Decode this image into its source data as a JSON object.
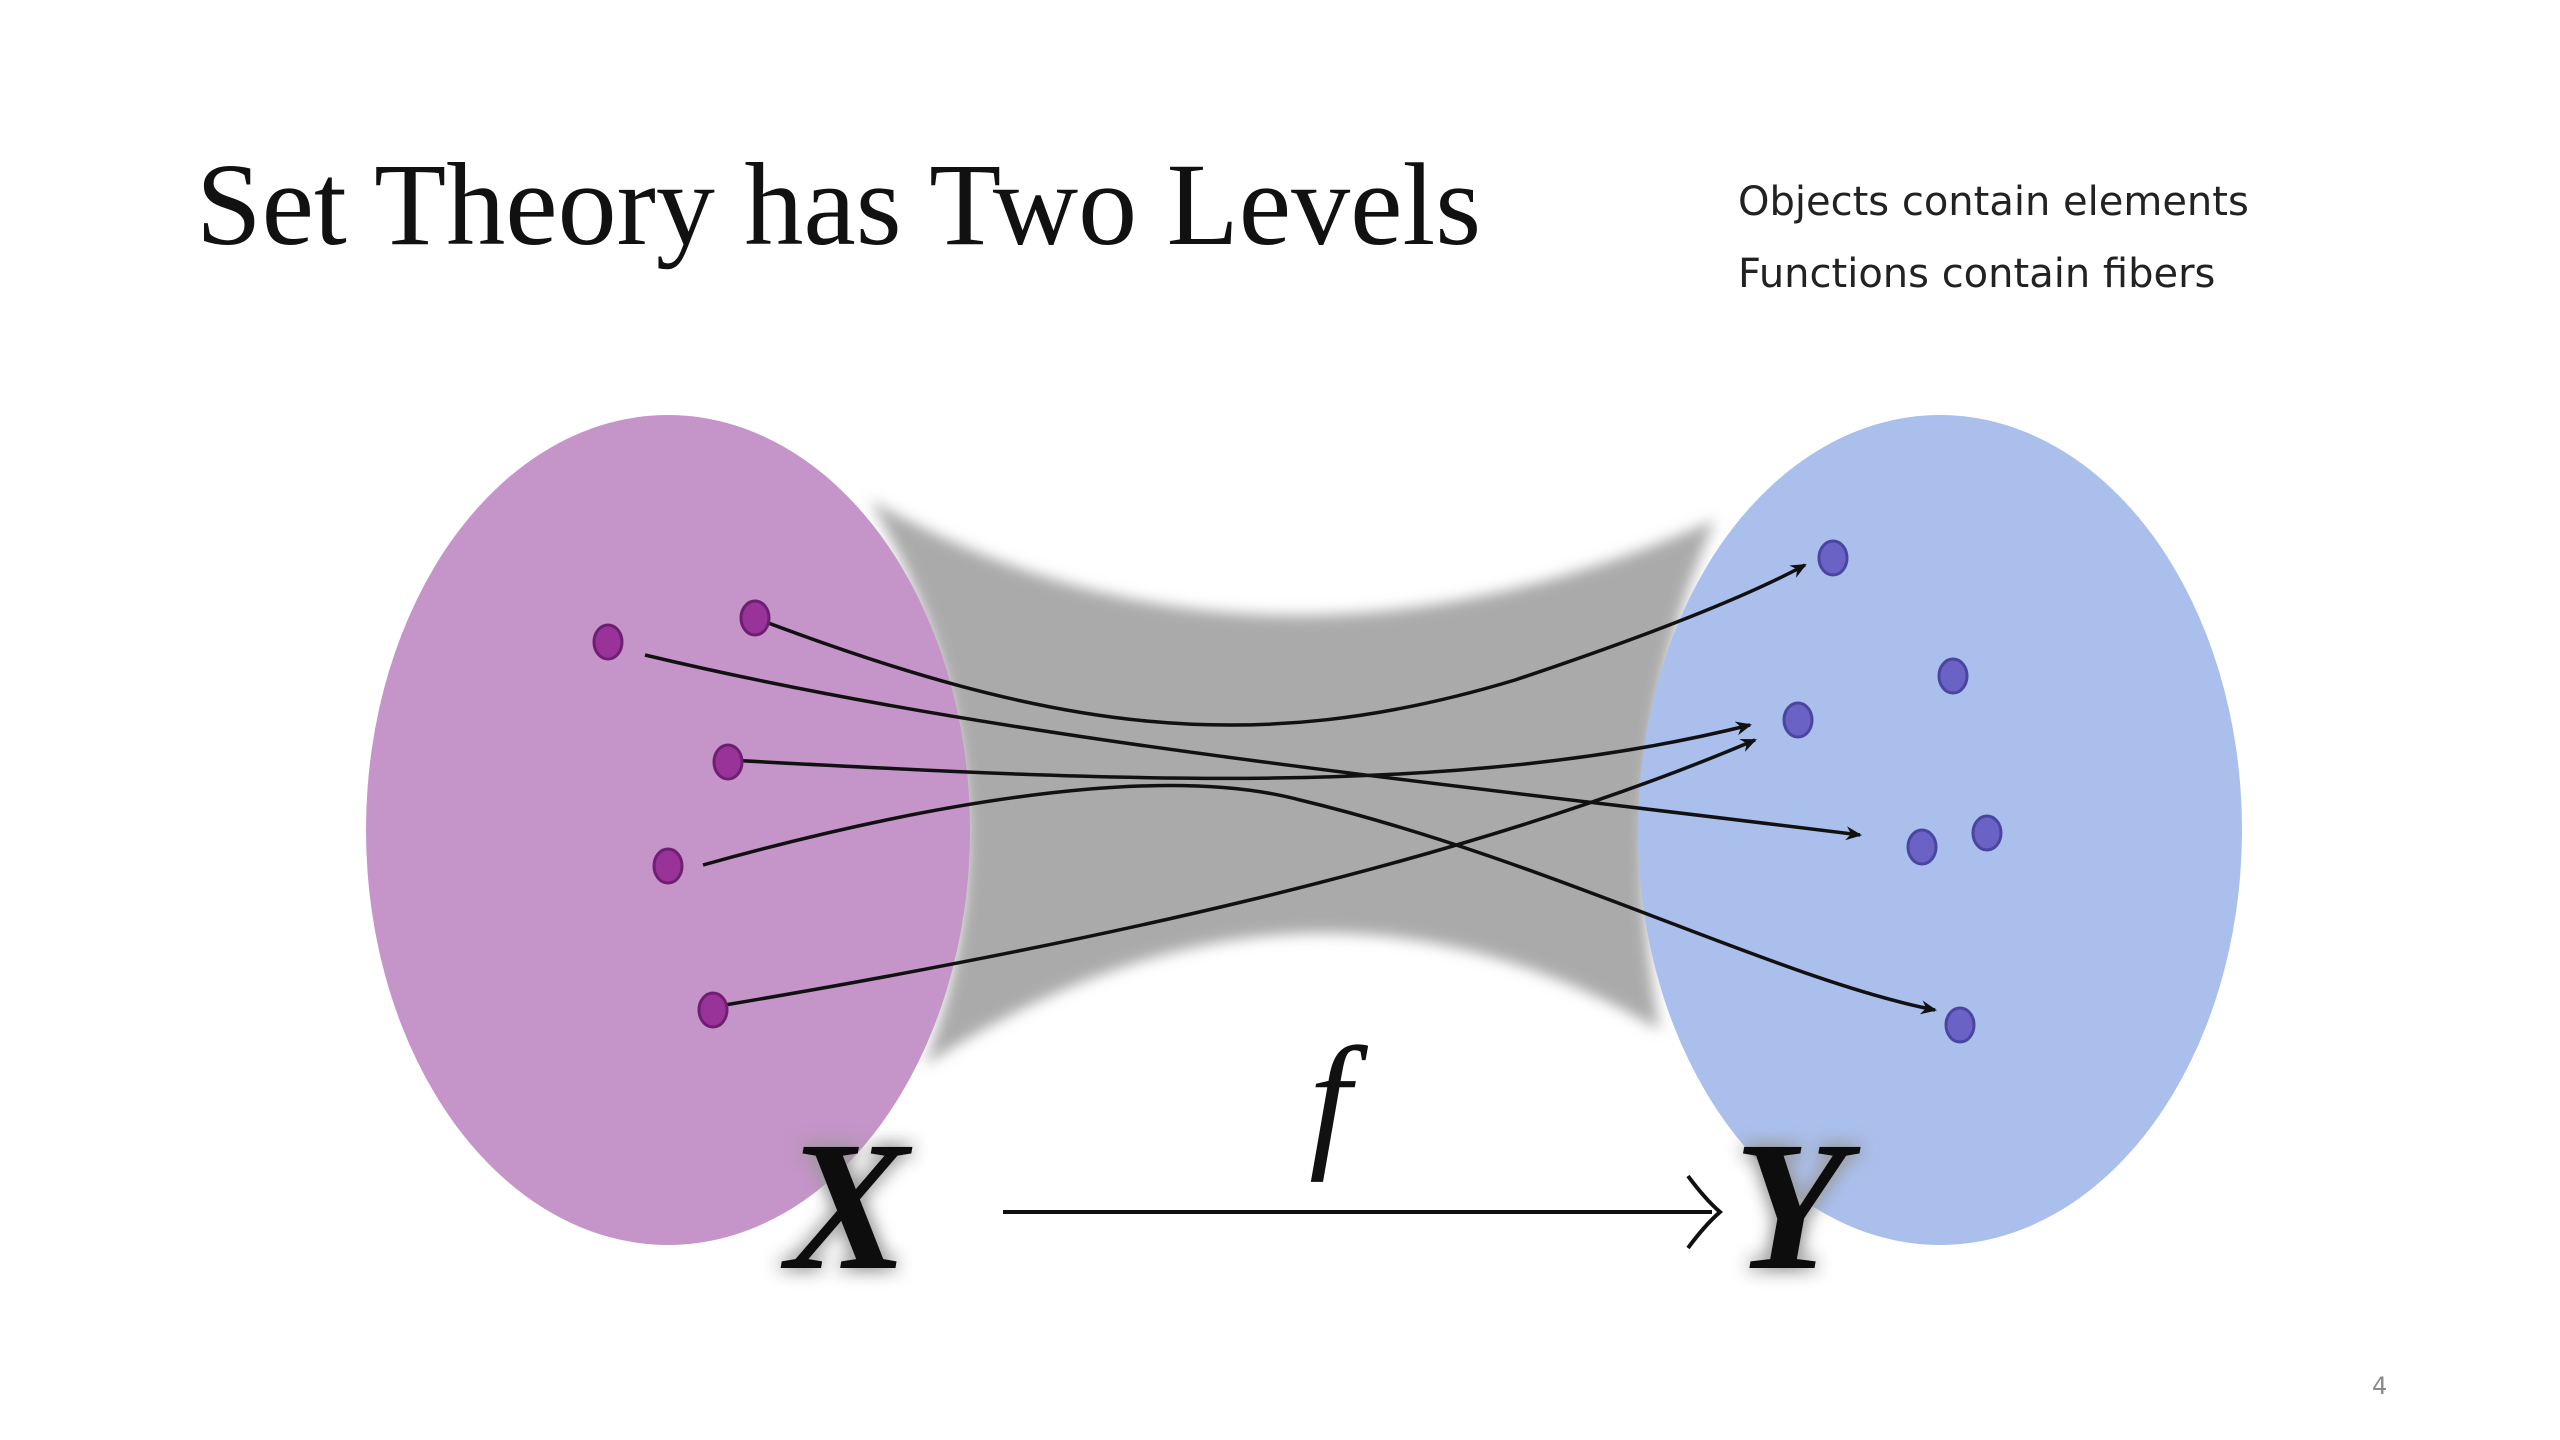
{
  "slide": {
    "title": "Set Theory has Two Levels",
    "notes": [
      "Objects contain elements",
      "Functions contain fibers"
    ],
    "page_number": "4"
  },
  "diagram": {
    "domain_label": "X",
    "codomain_label": "Y",
    "function_label": "f",
    "colors": {
      "domain_fill": "#c594c8",
      "codomain_fill": "#aabfec",
      "domain_dot": "#993399",
      "codomain_dot": "#6a62c4",
      "fiber_band": "#aaaaaa",
      "arrow": "#111111"
    }
  }
}
